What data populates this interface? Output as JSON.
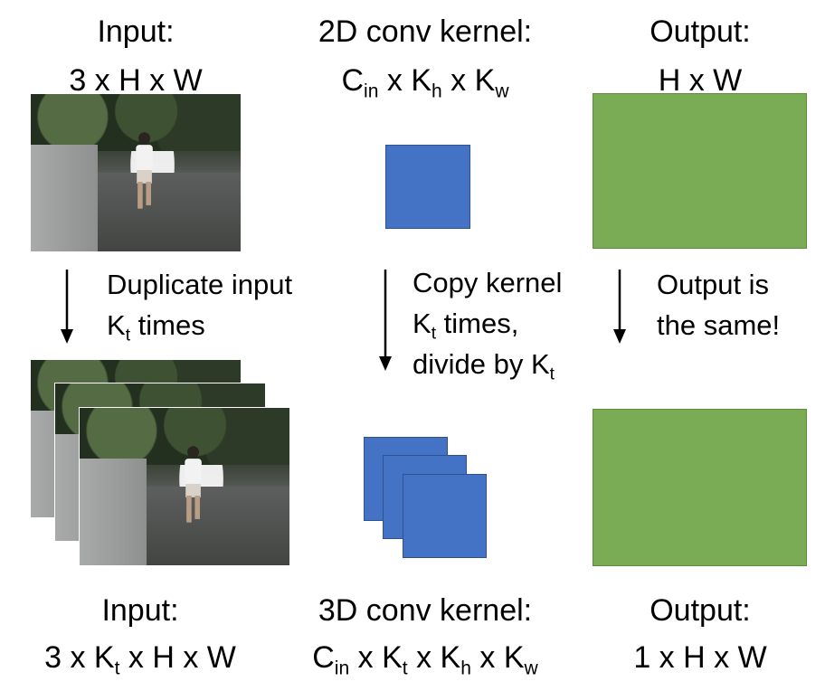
{
  "top": {
    "input_title": "Input:",
    "input_dims": "3 x H x W",
    "kernel2d_title": "2D conv kernel:",
    "kernel2d_dims": {
      "c": "C",
      "c_sub": "in",
      "x1": " x K",
      "h_sub": "h",
      "x2": " x K",
      "w_sub": "w"
    },
    "output_title": "Output:",
    "output_dims": "H x W"
  },
  "middle": {
    "left_line1": "Duplicate input",
    "left_line2_k": "K",
    "left_line2_sub": "t",
    "left_line2_rest": " times",
    "center_line1": "Copy kernel",
    "center_line2_k": "K",
    "center_line2_sub": "t",
    "center_line2_rest": " times,",
    "center_line3_pre": "divide by K",
    "center_line3_sub": "t",
    "right_line1": "Output is",
    "right_line2": "the same!"
  },
  "bottom": {
    "input_title": "Input:",
    "input_dims": {
      "pre": "3 x K",
      "t_sub": "t",
      "post": " x H x W"
    },
    "kernel3d_title": "3D conv kernel:",
    "kernel3d_dims": {
      "c": "C",
      "c_sub": "in",
      "x1": " x K",
      "t_sub": "t",
      "x2": " x K",
      "h_sub": "h",
      "x3": " x K",
      "w_sub": "w"
    },
    "output_title": "Output:",
    "output_dims": "1 x H x W"
  },
  "colors": {
    "kernel_fill": "#4472c4",
    "output_fill": "#7aab55"
  }
}
